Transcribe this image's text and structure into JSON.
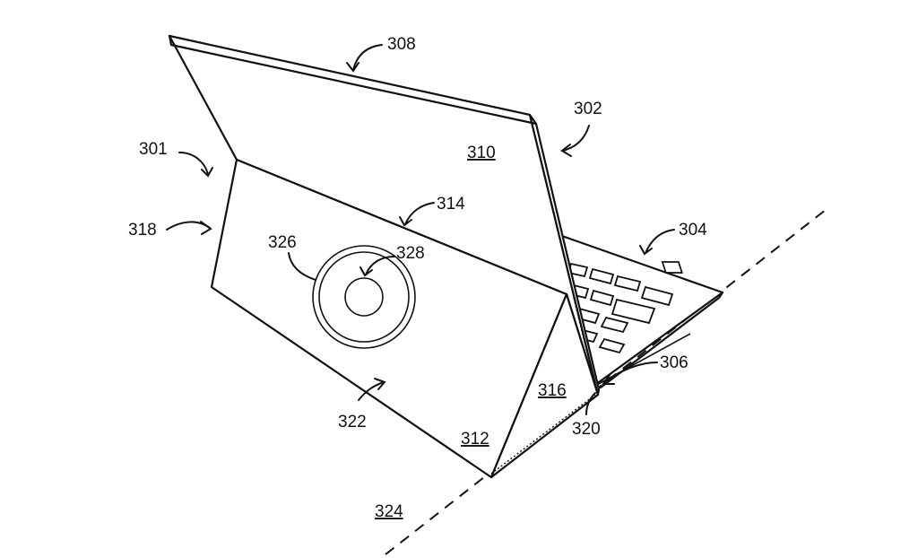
{
  "labels": {
    "ref_301": "301",
    "ref_302": "302",
    "ref_304": "304",
    "ref_306": "306",
    "ref_308": "308",
    "ref_310": "310",
    "ref_312": "312",
    "ref_314": "314",
    "ref_316": "316",
    "ref_318": "318",
    "ref_320": "320",
    "ref_322": "322",
    "ref_324": "324",
    "ref_326": "326",
    "ref_328": "328"
  }
}
